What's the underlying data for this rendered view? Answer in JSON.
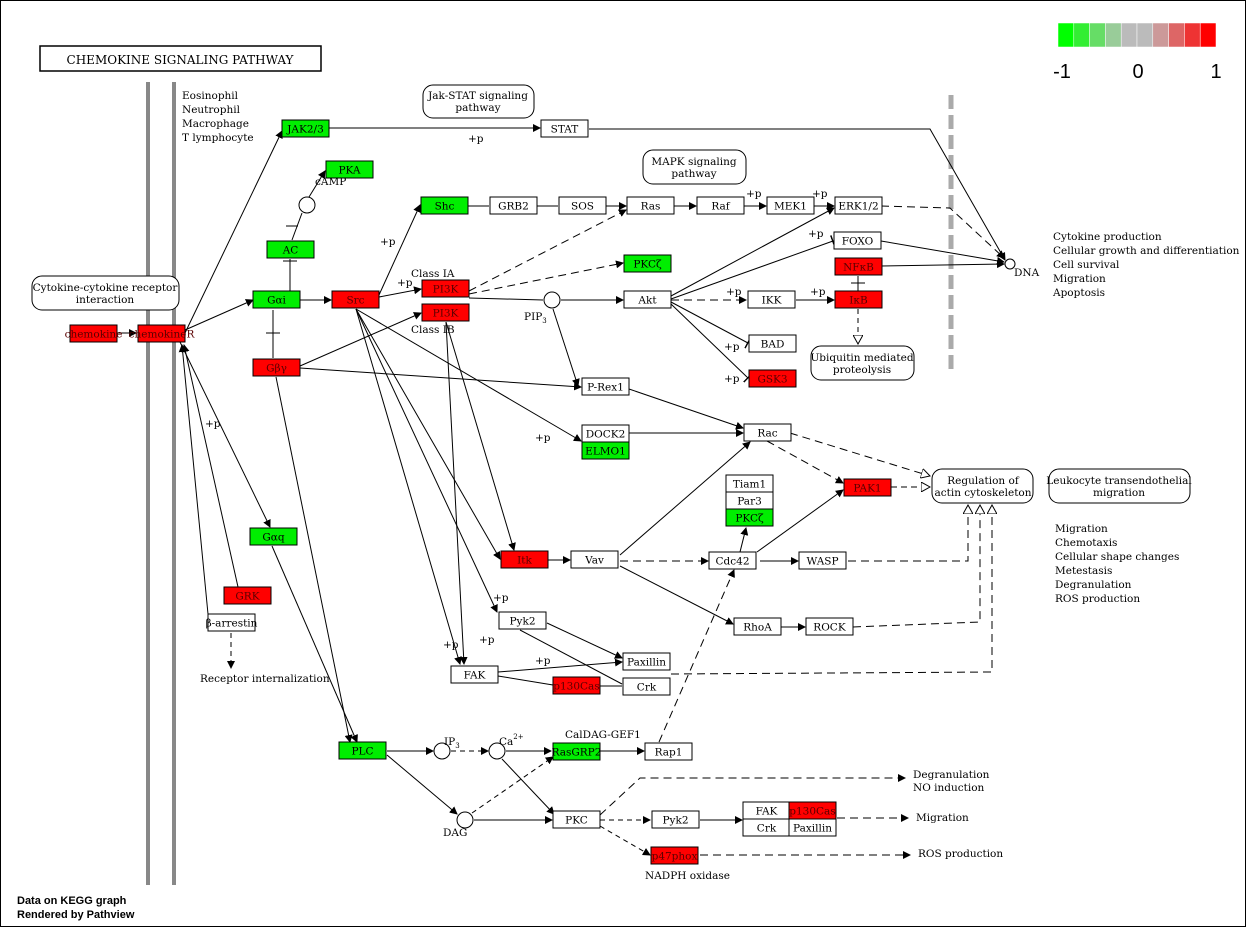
{
  "title": "CHEMOKINE SIGNALING PATHWAY",
  "legend": {
    "colors": [
      "#00ff00",
      "#33ee33",
      "#66dd66",
      "#99cc99",
      "#bbbbbb",
      "#bbbbbb",
      "#cc9999",
      "#dd6666",
      "#ee3333",
      "#ff0000"
    ],
    "tick_labels": [
      "-1",
      "0",
      "1"
    ]
  },
  "footer": {
    "line1": "Data on KEGG graph",
    "line2": "Rendered by Pathview"
  },
  "colors": {
    "up": "#ff0000",
    "down": "#00ee00",
    "none": "#ffffff"
  },
  "nodes": {
    "chemokine": "chemokine",
    "chemokineR": "chemokineR",
    "jak": "JAK2/3",
    "stat": "STAT",
    "pka": "PKA",
    "ac": "AC",
    "gai": "Gαi",
    "gby": "Gβγ",
    "gaq": "Gαq",
    "grk": "GRK",
    "barr": "β-arrestin",
    "src": "Src",
    "shc": "Shc",
    "grb2": "GRB2",
    "sos": "SOS",
    "ras": "Ras",
    "raf": "Raf",
    "mek1": "MEK1",
    "erk": "ERK1/2",
    "pkcz1": "PKCζ",
    "pi3k1": "PI3K",
    "pi3k2": "PI3K",
    "akt": "Akt",
    "ikk": "IKK",
    "foxo": "FOXO",
    "nfkb": "NFκB",
    "ikb": "IκB",
    "bad": "BAD",
    "gsk3": "GSK3",
    "prex1": "P-Rex1",
    "dock2": "DOCK2",
    "elmo1": "ELMO1",
    "rac": "Rac",
    "tiam1": "Tiam1",
    "par3": "Par3",
    "pkcz2": "PKCζ",
    "pak1": "PAK1",
    "itk": "Itk",
    "vav": "Vav",
    "cdc42": "Cdc42",
    "wasp": "WASP",
    "rhoa": "RhoA",
    "rock": "ROCK",
    "pyk2a": "Pyk2",
    "paxillin1": "Paxillin",
    "fak1": "FAK",
    "p130a": "p130Cas",
    "crk1": "Crk",
    "plc": "PLC",
    "rasgrp2": "RasGRP2",
    "rap1": "Rap1",
    "pkc": "PKC",
    "pyk2b": "Pyk2",
    "fak2": "FAK",
    "p130b": "p130Cas",
    "crk2": "Crk",
    "paxillin2": "Paxillin",
    "p47": "p47phox"
  },
  "labels": {
    "cells": [
      "Eosinophil",
      "Neutrophil",
      "Macrophage",
      "T lymphocyte"
    ],
    "jakstat": [
      "Jak-STAT signaling",
      "pathway"
    ],
    "mapk": [
      "MAPK signaling",
      "pathway"
    ],
    "cytokine_rec": [
      "Cytokine-cytokine receptor",
      "interaction"
    ],
    "ubiquitin": [
      "Ubiquitin mediated",
      "proteolysis"
    ],
    "actin": [
      "Regulation of",
      "actin cytoskeleton"
    ],
    "leukocyte": [
      "Leukocyte transendothelial",
      "migration"
    ],
    "outcomes1": [
      "Cytokine production",
      "Cellular growth and differentiation",
      "Cell survival",
      "Migration",
      "Apoptosis"
    ],
    "outcomes2": [
      "Migration",
      "Chemotaxis",
      "Cellular shape changes",
      "Metestasis",
      "Degranulation",
      "ROS production"
    ],
    "camp": "cAMP",
    "dna": "DNA",
    "pip3": "PIP",
    "pip3_sub": "3",
    "class_ia": "Class IA",
    "class_ib": "Class IB",
    "ip3": "IP",
    "ip3_sub": "3",
    "ca": "Ca",
    "ca_sup": "2+",
    "dag": "DAG",
    "caldag": "CalDAG-GEF1",
    "receptor_int": "Receptor internalization",
    "degran": [
      "Degranulation",
      "NO induction"
    ],
    "migration": "Migration",
    "ros": "ROS production",
    "nadph": "NADPH oxidase",
    "plus_p": "+p"
  }
}
